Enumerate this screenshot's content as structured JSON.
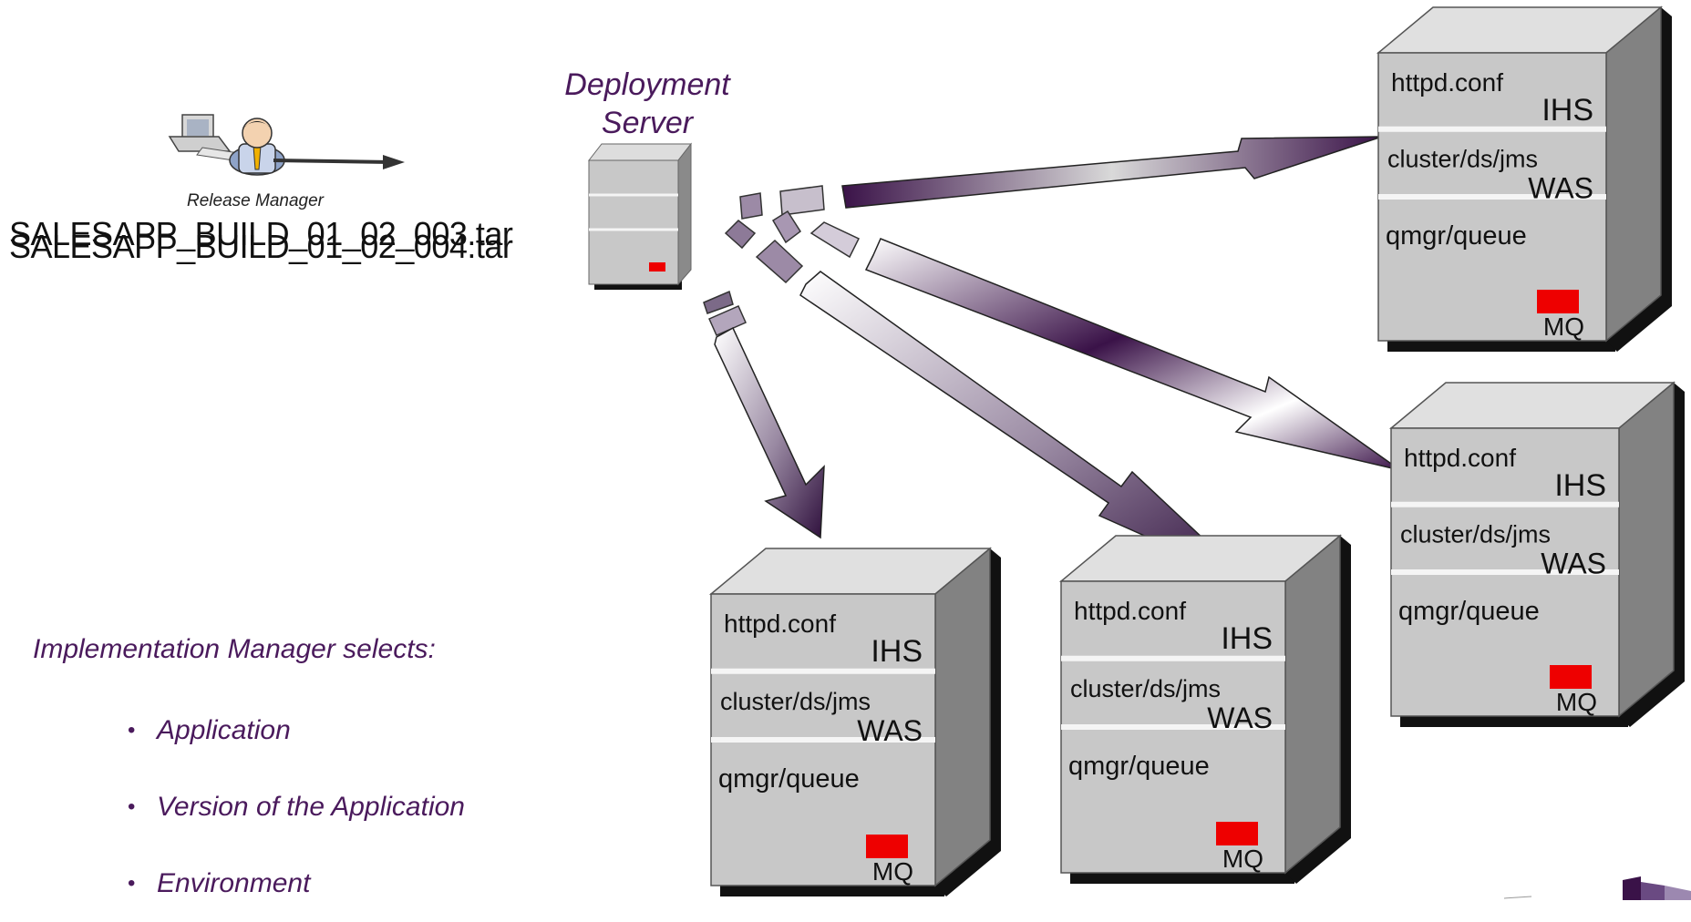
{
  "release_manager": {
    "label": "Release Manager",
    "files": [
      "SALESAPP_BUILD_01_02_003.tar",
      "SALESAPP_BUILD_01_02_004.tar"
    ]
  },
  "deployment_server": {
    "label_line1": "Deployment",
    "label_line2": "Server"
  },
  "servers": [
    {
      "conf": "httpd.conf",
      "ihs": "IHS",
      "cluster": "cluster/ds/jms",
      "was": "WAS",
      "qmgr": "qmgr/queue",
      "mq": "MQ"
    },
    {
      "conf": "httpd.conf",
      "ihs": "IHS",
      "cluster": "cluster/ds/jms",
      "was": "WAS",
      "qmgr": "qmgr/queue",
      "mq": "MQ"
    },
    {
      "conf": "httpd.conf",
      "ihs": "IHS",
      "cluster": "cluster/ds/jms",
      "was": "WAS",
      "qmgr": "qmgr/queue",
      "mq": "MQ"
    },
    {
      "conf": "httpd.conf",
      "ihs": "IHS",
      "cluster": "cluster/ds/jms",
      "was": "WAS",
      "qmgr": "qmgr/queue",
      "mq": "MQ"
    }
  ],
  "implementation": {
    "title": "Implementation Manager selects:",
    "items": [
      "Application",
      "Version of the Application",
      "Environment"
    ]
  },
  "colors": {
    "text_accent": "#4a1a5c",
    "arrow_dark": "#3a1248",
    "server_face": "#c8c8c8",
    "server_side": "#808080",
    "mq_red": "#ee0000"
  }
}
